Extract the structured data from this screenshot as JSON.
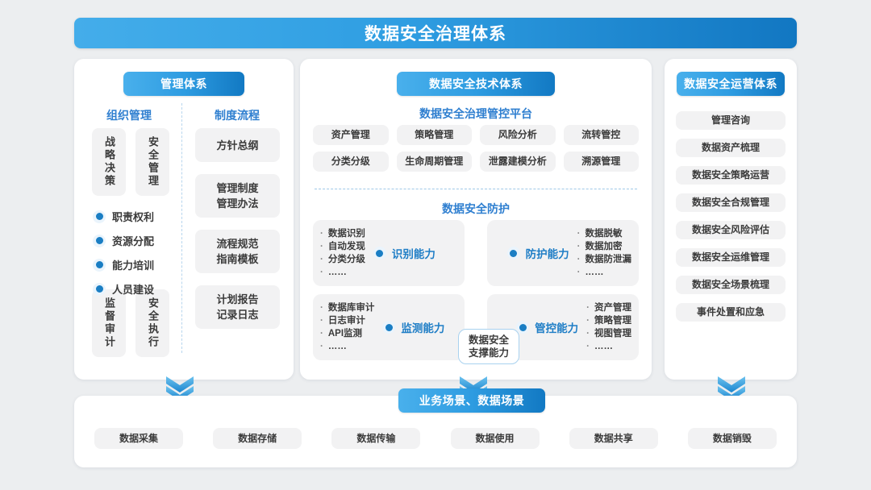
{
  "title": "数据安全治理体系",
  "left_panel": {
    "head": "管理体系",
    "col1_label": "组织管理",
    "col2_label": "制度流程",
    "vert_top": [
      "战略决策",
      "安全管理"
    ],
    "vert_bottom": [
      "监督审计",
      "安全执行"
    ],
    "bullets": [
      "职责权利",
      "资源分配",
      "能力培训",
      "人员建设"
    ],
    "process": [
      {
        "line1": "方针总纲",
        "line2": ""
      },
      {
        "line1": "管理制度",
        "line2": "管理办法"
      },
      {
        "line1": "流程规范",
        "line2": "指南模板"
      },
      {
        "line1": "计划报告",
        "line2": "记录日志"
      }
    ]
  },
  "center_panel": {
    "head": "数据安全技术体系",
    "platform_label": "数据安全治理管控平台",
    "platform_items": [
      "资产管理",
      "策略管理",
      "风险分析",
      "流转管控",
      "分类分级",
      "生命周期管理",
      "泄露建模分析",
      "溯源管理"
    ],
    "protection_label": "数据安全防护",
    "center_pill": {
      "line1": "数据安全",
      "line2": "支撑能力"
    },
    "quadrants": [
      {
        "label": "识别能力",
        "side": "left",
        "items": [
          "数据识别",
          "自动发现",
          "分类分级",
          "……"
        ]
      },
      {
        "label": "防护能力",
        "side": "right",
        "items": [
          "数据脱敏",
          "数据加密",
          "数据防泄漏",
          "……"
        ]
      },
      {
        "label": "监测能力",
        "side": "left",
        "items": [
          "数据库审计",
          "日志审计",
          "API监测",
          "……"
        ]
      },
      {
        "label": "管控能力",
        "side": "right",
        "items": [
          "资产管理",
          "策略管理",
          "视图管理",
          "……"
        ]
      }
    ]
  },
  "right_panel": {
    "head": "数据安全运营体系",
    "items": [
      "管理咨询",
      "数据资产梳理",
      "数据安全策略运营",
      "数据安全合规管理",
      "数据安全风险评估",
      "数据安全运维管理",
      "数据安全场景梳理",
      "事件处置和应急"
    ]
  },
  "bottom_panel": {
    "head": "业务场景、数据场景",
    "items": [
      "数据采集",
      "数据存储",
      "数据传输",
      "数据使用",
      "数据共享",
      "数据销毁"
    ]
  },
  "colors": {
    "brand_light": "#49b0ec",
    "brand_dark": "#1279c3",
    "accent_text": "#1f7ec6",
    "sub_head": "#2f7fd0",
    "box_bg": "#f2f2f3",
    "page_bg": "#eceef0"
  }
}
